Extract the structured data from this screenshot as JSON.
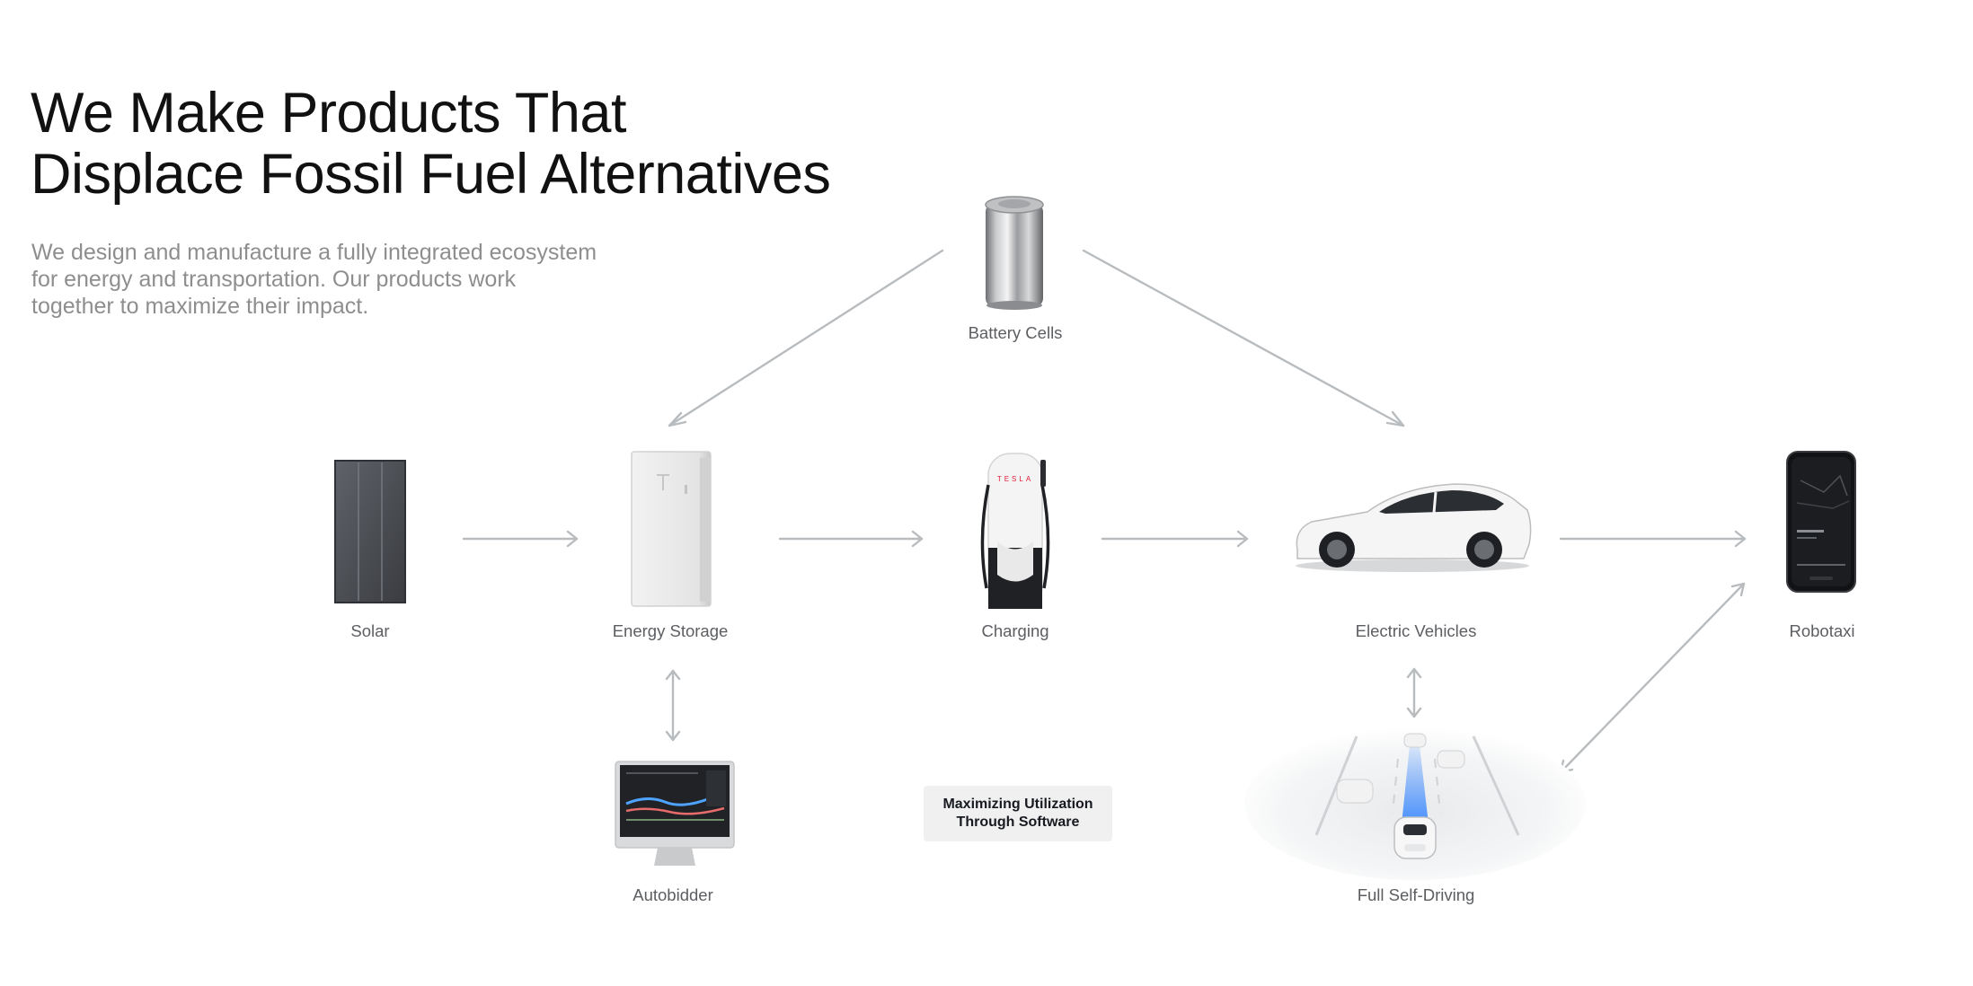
{
  "header": {
    "title_line1": "We Make Products That",
    "title_line2": "Displace Fossil Fuel Alternatives",
    "intro_line1": "We design and manufacture a fully integrated ecosystem",
    "intro_line2": "for energy and transportation. Our products work",
    "intro_line3": "together to maximize their impact."
  },
  "nodes": {
    "battery_cells": "Battery Cells",
    "solar": "Solar",
    "energy_storage": "Energy Storage",
    "charging": "Charging",
    "electric_vehicles": "Electric Vehicles",
    "robotaxi": "Robotaxi",
    "autobidder": "Autobidder",
    "full_self_driving": "Full Self-Driving"
  },
  "callout": {
    "line1": "Maximizing Utilization",
    "line2": "Through Software"
  },
  "charger_brand": "TESLA",
  "colors": {
    "arrow": "#b8bcbf",
    "label": "#5c5e62",
    "intro": "#8e8e8e",
    "headline": "#111111",
    "charger_brand": "#e31937",
    "fsd_path": "#3e8bff"
  }
}
